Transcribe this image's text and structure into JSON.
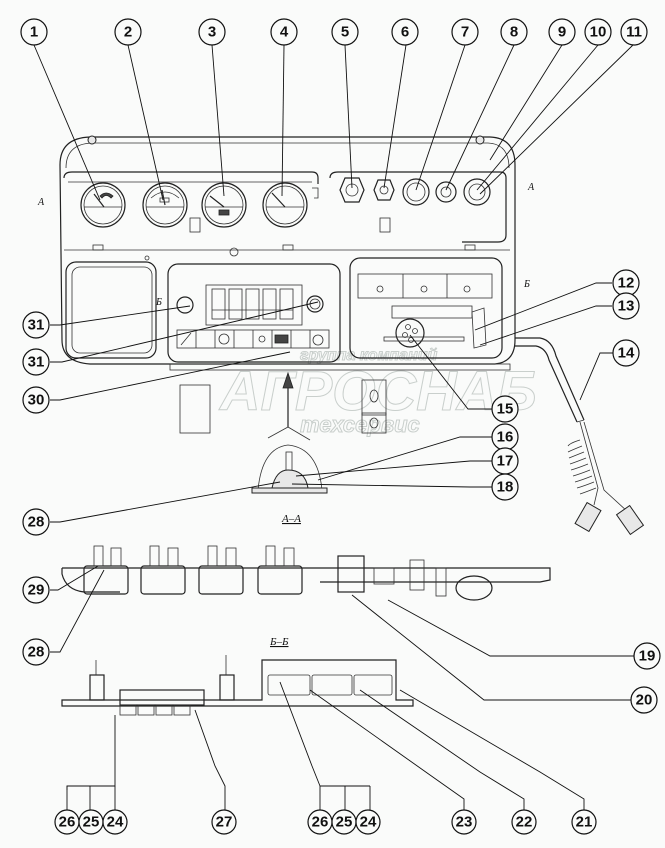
{
  "diagram": {
    "title": "Instrument panel assembly",
    "section_labels": {
      "aa": "А–А",
      "bb": "Б–Б",
      "mark_a": "А",
      "mark_b": "Б"
    },
    "watermark": {
      "line1": "АГРОСНАБ",
      "line2": "техсервис",
      "line3": "группа компаний"
    },
    "callouts_top": [
      "1",
      "2",
      "3",
      "4",
      "5",
      "6",
      "7",
      "8",
      "9",
      "10",
      "11"
    ],
    "callouts_right": [
      "12",
      "13",
      "14",
      "15",
      "16",
      "17",
      "18",
      "19",
      "20"
    ],
    "callouts_left": [
      "31",
      "31",
      "30",
      "28",
      "29",
      "28"
    ],
    "callouts_bottom": [
      "26",
      "25",
      "24",
      "27",
      "26",
      "25",
      "24",
      "23",
      "22",
      "21"
    ],
    "gauges": [
      {
        "id": "gauge-1",
        "type": "ammeter"
      },
      {
        "id": "gauge-2",
        "type": "voltmeter"
      },
      {
        "id": "gauge-3",
        "type": "temperature"
      },
      {
        "id": "gauge-4",
        "type": "oil-pressure"
      }
    ],
    "switch_block": {
      "count": 5
    },
    "indicator_icons": [
      "wrench-icon",
      "blank",
      "headlight-icon",
      "parking-light-icon",
      "lamp-icon",
      "vehicle-icon",
      "blank",
      "gear-icon"
    ]
  }
}
